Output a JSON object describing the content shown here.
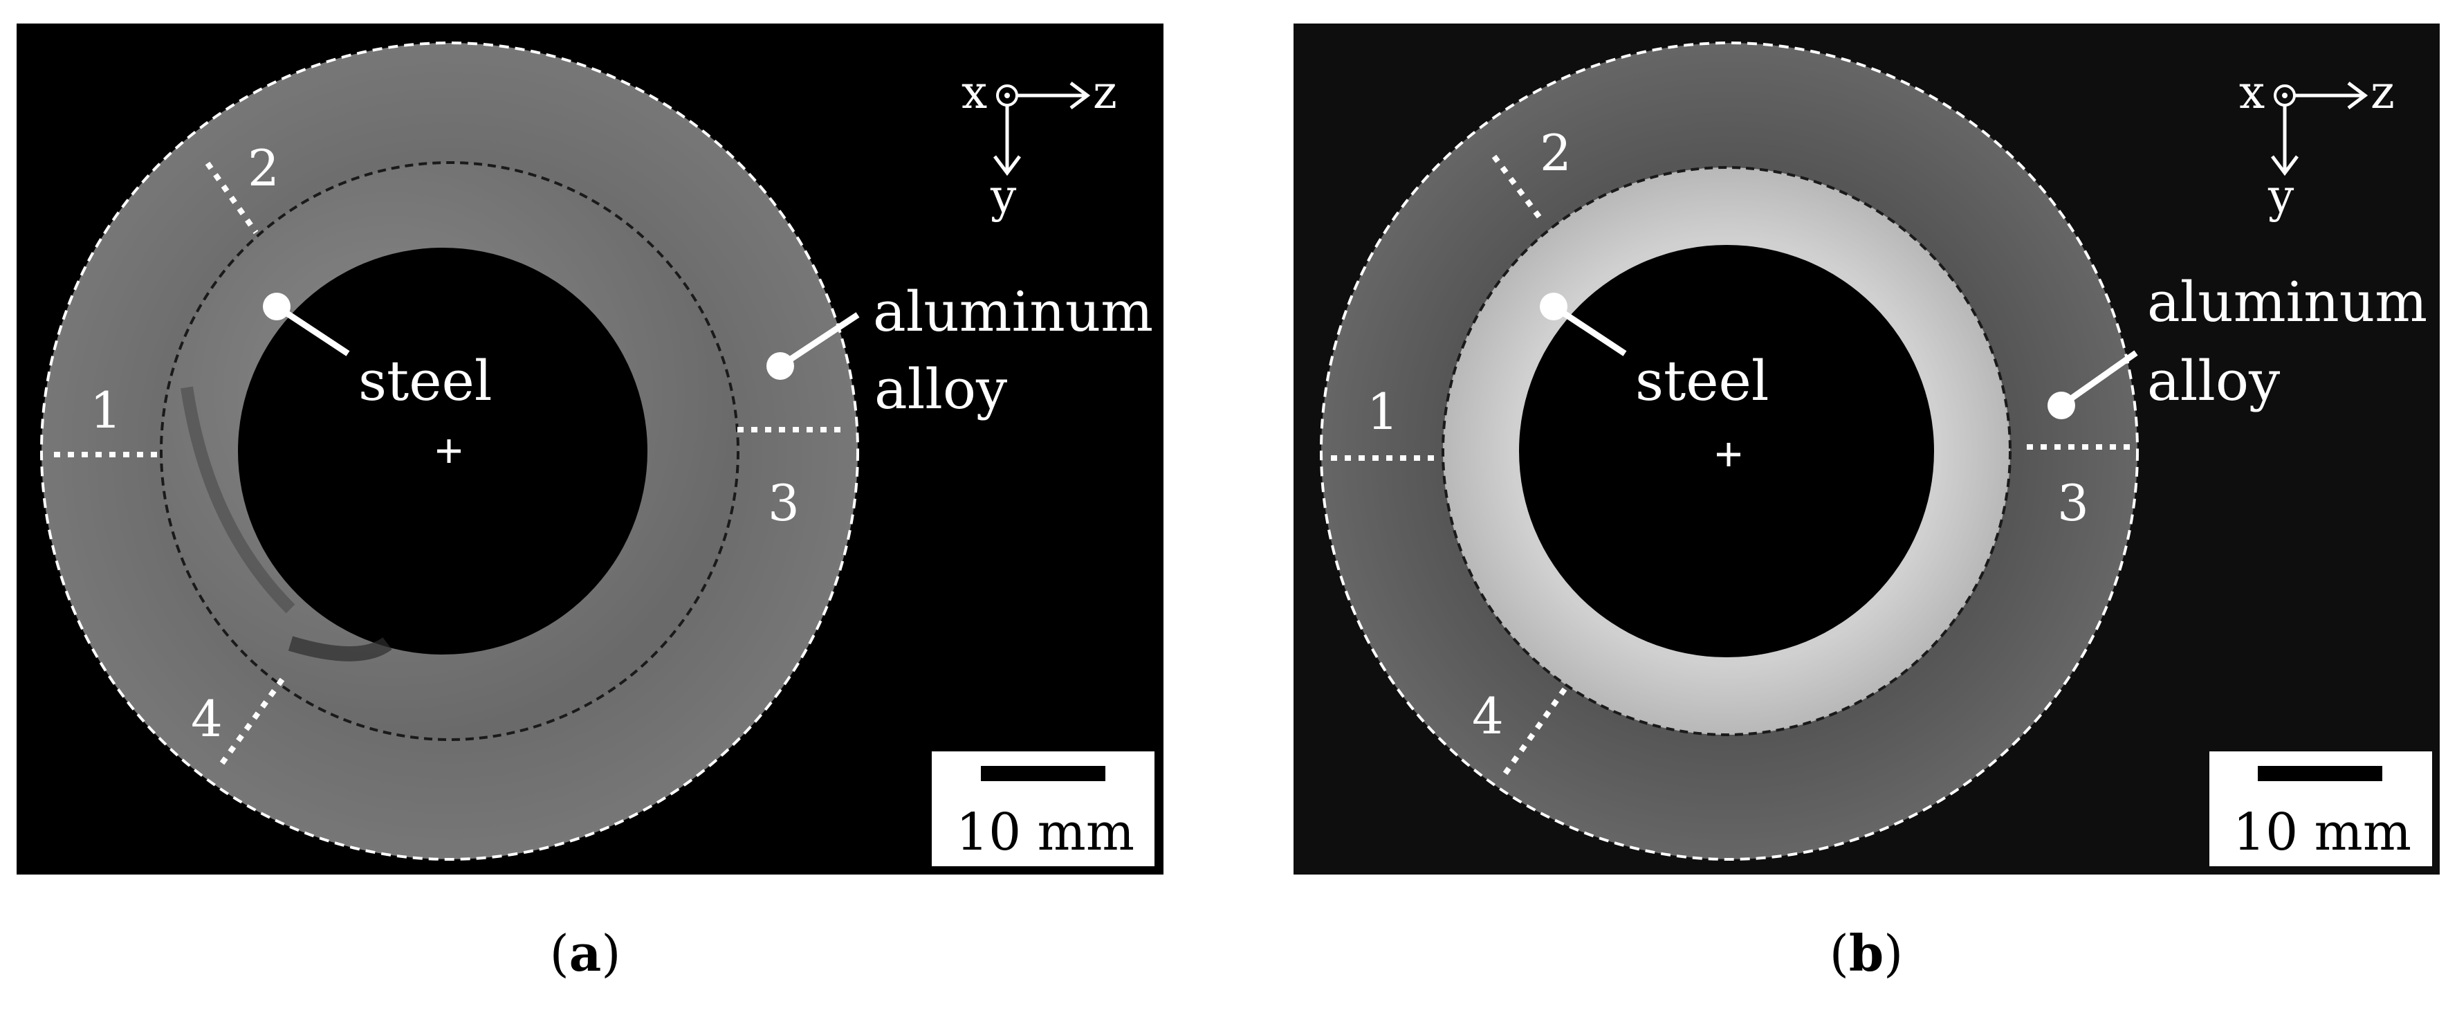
{
  "panels": [
    {
      "id": "a",
      "caption_open": "(",
      "caption_letter": "a",
      "caption_close": ")",
      "labels": {
        "axis_x": "x",
        "axis_z": "z",
        "axis_y": "y",
        "steel": "steel",
        "aluminum_line1": "aluminum",
        "aluminum_line2": "alloy",
        "pos1": "1",
        "pos2": "2",
        "pos3": "3",
        "pos4": "4",
        "scale": "10 mm"
      }
    },
    {
      "id": "b",
      "caption_open": "(",
      "caption_letter": "b",
      "caption_close": ")",
      "labels": {
        "axis_x": "x",
        "axis_z": "z",
        "axis_y": "y",
        "steel": "steel",
        "aluminum_line1": "aluminum",
        "aluminum_line2": "alloy",
        "pos1": "1",
        "pos2": "2",
        "pos3": "3",
        "pos4": "4",
        "scale": "10 mm"
      }
    }
  ],
  "colors": {
    "background_a": "#000000",
    "background_b": "#0e0e0e",
    "aluminum_a": "#6f6f6f",
    "steel_a": "#787878",
    "aluminum_b": "#5d5d5d",
    "steel_b": "#c8c8c8",
    "overlay": "#ffffff"
  }
}
